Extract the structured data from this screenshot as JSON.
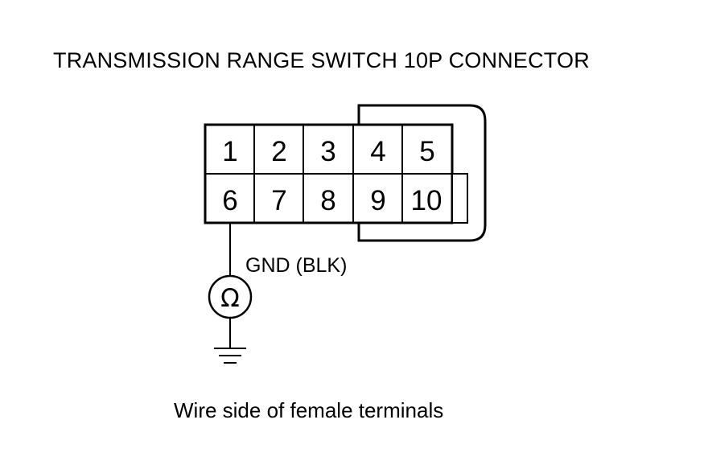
{
  "title": "TRANSMISSION RANGE SWITCH 10P CONNECTOR",
  "connector": {
    "top_row": [
      "1",
      "2",
      "3",
      "4",
      "5"
    ],
    "bottom_row": [
      "6",
      "7",
      "8",
      "9",
      "10"
    ]
  },
  "wire": {
    "label": "GND (BLK)",
    "meter_symbol": "Ω"
  },
  "caption": "Wire side of female terminals",
  "icons": {
    "meter": "ohmmeter-icon",
    "ground": "ground-symbol-icon"
  }
}
